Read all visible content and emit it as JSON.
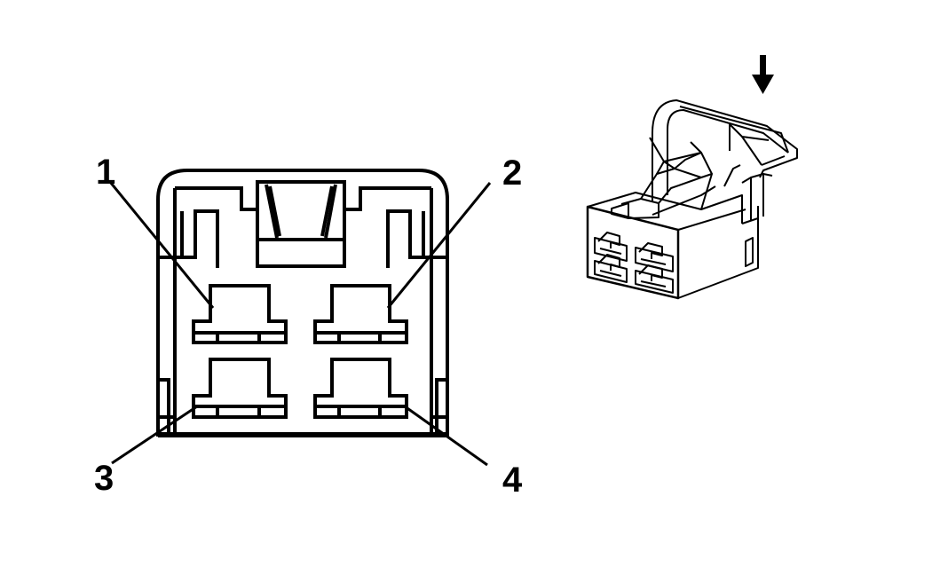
{
  "pin_labels": [
    "1",
    "2",
    "3",
    "4"
  ],
  "colors": {
    "line": "#000000",
    "background": "#ffffff"
  }
}
